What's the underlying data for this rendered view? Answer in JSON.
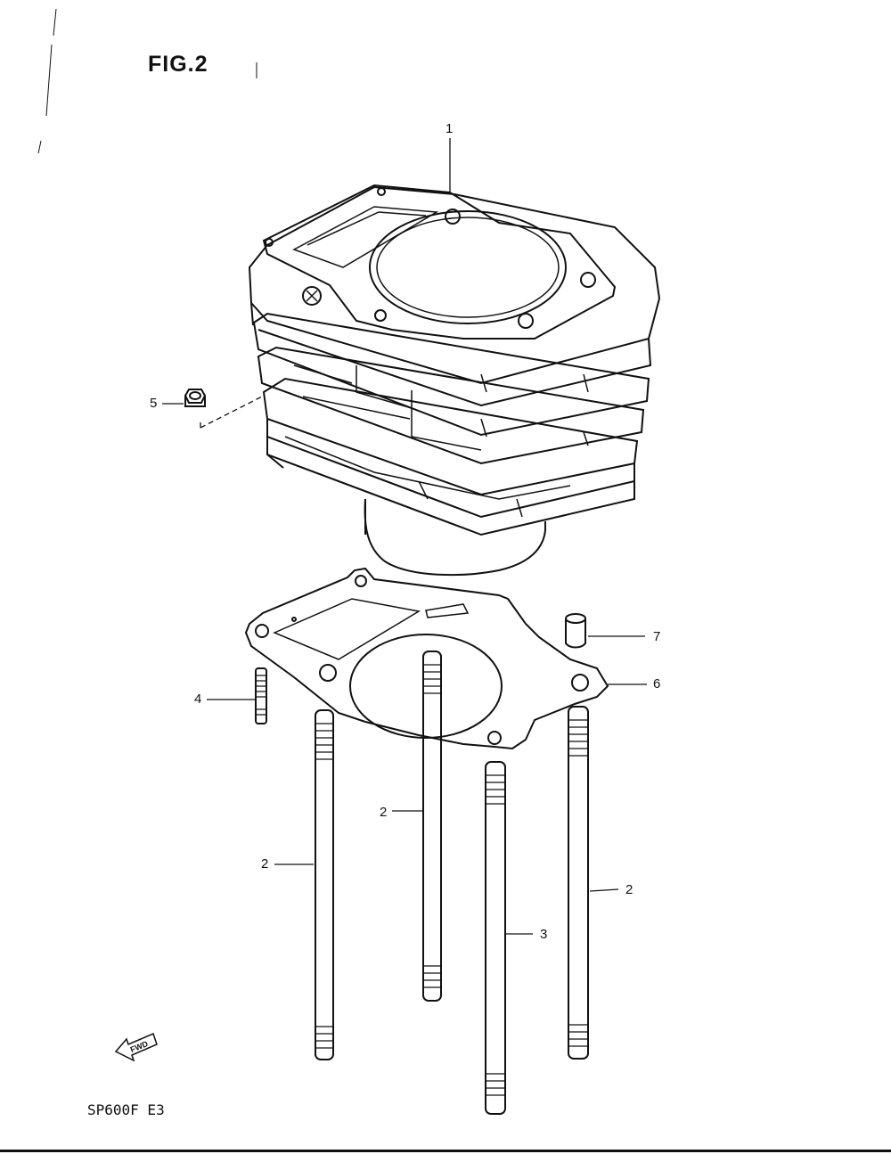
{
  "figure": {
    "title": "FIG.2",
    "model_code": "SP600F  E3",
    "fwd_label": "FWD"
  },
  "parts": [
    {
      "ref": "1",
      "part": "cylinder"
    },
    {
      "ref": "2",
      "part": "stud"
    },
    {
      "ref": "3",
      "part": "stud"
    },
    {
      "ref": "4",
      "part": "stud"
    },
    {
      "ref": "5",
      "part": "nut"
    },
    {
      "ref": "6",
      "part": "cylinder-base-gasket"
    },
    {
      "ref": "7",
      "part": "dowel-pin"
    }
  ],
  "callouts": {
    "c1": "1",
    "c2a": "2",
    "c2b": "2",
    "c2c": "2",
    "c3": "3",
    "c4": "4",
    "c5": "5",
    "c6": "6",
    "c7": "7"
  }
}
